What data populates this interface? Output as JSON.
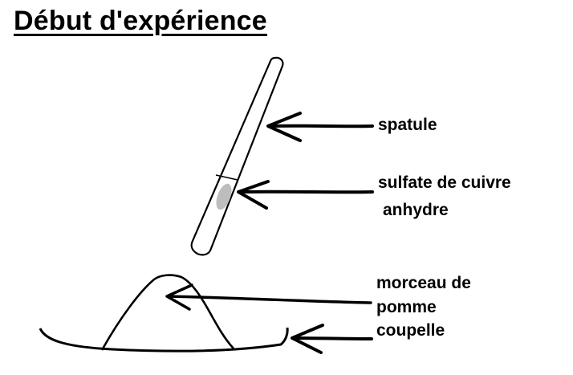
{
  "title": "Début d'expérience",
  "labels": {
    "spatule": "spatule",
    "sulfate_line1": "sulfate de cuivre",
    "sulfate_line2": "anhydre",
    "morceau_line1": "morceau de",
    "morceau_line2": "pomme",
    "coupelle": "coupelle"
  },
  "colors": {
    "ink": "#000000",
    "powder": "#bdbdbd",
    "background": "#ffffff"
  }
}
